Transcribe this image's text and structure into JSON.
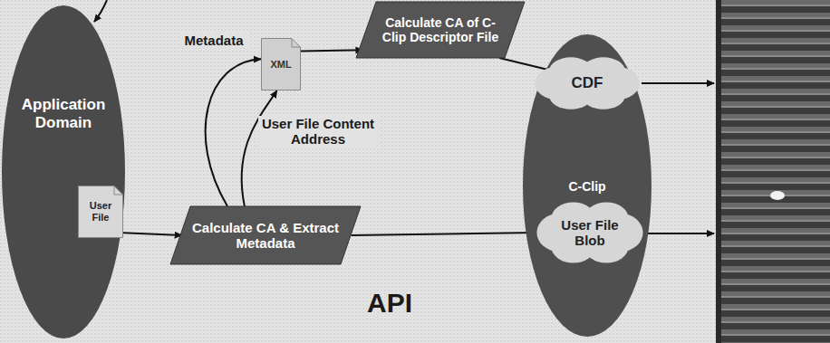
{
  "diagram": {
    "nodes": [
      {
        "text": [
          "Application Domain"
        ]
      },
      {
        "text": [
          "User File"
        ],
        "in": 0
      },
      {
        "text": [
          "XML"
        ]
      },
      {
        "text": [
          "Calculate CA of C-Clip Descriptor File"
        ]
      },
      {
        "text": [
          "Calculate CA & Extract Metadata"
        ]
      },
      {
        "text": [
          "C-Clip"
        ]
      },
      {
        "text": [
          "CDF"
        ],
        "in": 5
      },
      {
        "text": [
          "User File Blob"
        ],
        "in": 5
      }
    ],
    "edges": [
      {
        "from": 1,
        "to": 4,
        "arrow": "to"
      },
      {
        "from": 4,
        "to": 2,
        "label": "Metadata",
        "arrow": "to"
      },
      {
        "from": 4,
        "to": 2,
        "label": "User File Content Address",
        "arrow": "to"
      },
      {
        "from": 2,
        "to": 3,
        "arrow": "to"
      },
      {
        "from": 3,
        "to": 6,
        "arrow": "to"
      },
      {
        "from": 4,
        "to": 7,
        "arrow": "to"
      }
    ],
    "labels": [
      "API"
    ]
  }
}
